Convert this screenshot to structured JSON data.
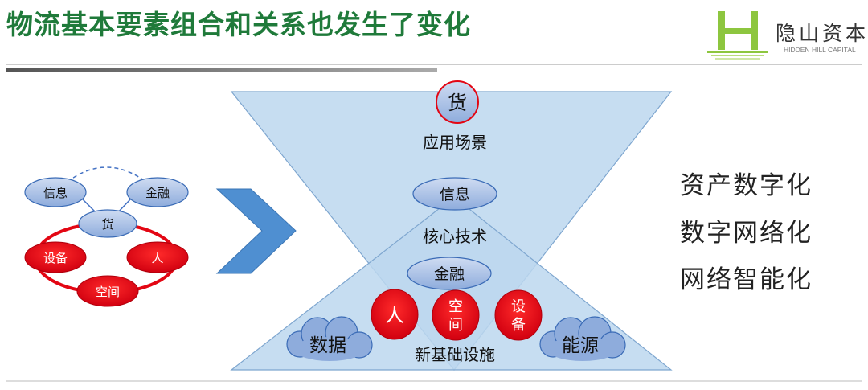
{
  "title": "物流基本要素组合和关系也发生了变化",
  "logo": {
    "name_cn": "隐山资本",
    "name_en": "HIDDEN HILL CAPITAL"
  },
  "left_diagram": {
    "info": "信息",
    "finance": "金融",
    "goods": "货",
    "equipment": "设备",
    "person": "人",
    "space": "空间"
  },
  "hourglass": {
    "goods": "货",
    "application": "应用场景",
    "info": "信息",
    "core_tech": "核心技术",
    "finance": "金融",
    "person": "人",
    "space": "空间",
    "equipment": "设备",
    "data": "数据",
    "energy": "能源",
    "infrastructure": "新基础设施"
  },
  "right_list": [
    "资产数字化",
    "数字网络化",
    "网络智能化"
  ],
  "colors": {
    "title": "#1f7a3a",
    "logo_green": "#8dc63f",
    "triangle": "#bcd7ee",
    "blue_node": "#a7c2e8",
    "red_node": "#e30613",
    "chevron": "#4f8fd1"
  }
}
